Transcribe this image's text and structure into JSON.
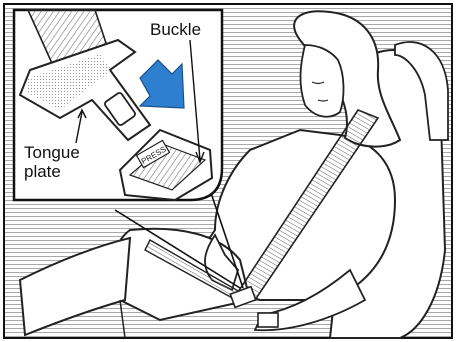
{
  "labels": {
    "buckle": "Buckle",
    "tongue_line1": "Tongue",
    "tongue_line2": "plate",
    "buckle_stamp": "PRESS"
  },
  "colors": {
    "arrow": "#2f7fd0",
    "ink": "#1a1a1a",
    "hatch": "#9a9a9a",
    "paper": "#ffffff"
  },
  "icons": {
    "insert_direction": "arrow-down-right-icon"
  }
}
